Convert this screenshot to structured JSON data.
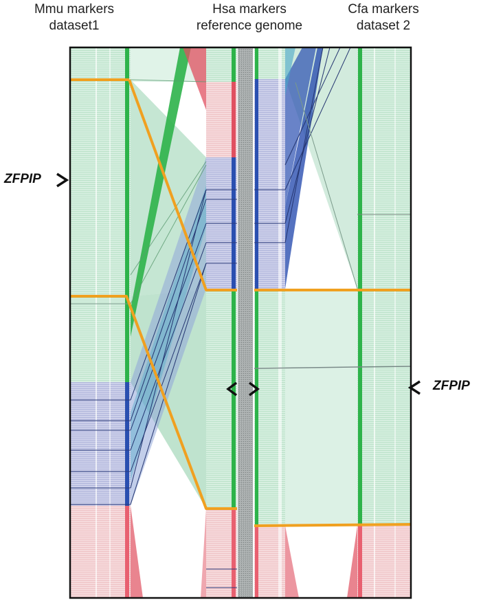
{
  "columns": {
    "mmu": {
      "line1": "Mmu markers",
      "line2": "dataset1"
    },
    "hsa": {
      "line1": "Hsa markers",
      "line2": "reference genome"
    },
    "cfa": {
      "line1": "Cfa markers",
      "line2": "dataset 2"
    }
  },
  "labels": {
    "left": "ZFPIP",
    "right": "ZFPIP"
  },
  "colors": {
    "green": "#2db34a",
    "green_light": "#cfeadb",
    "blue": "#2a4fb0",
    "blue_light": "#c7cbe6",
    "red": "#e05060",
    "red_light": "#f3d2d4",
    "cyan": "#4aa7c8",
    "orange": "#f0a020",
    "gray": "#9aa0a0"
  }
}
